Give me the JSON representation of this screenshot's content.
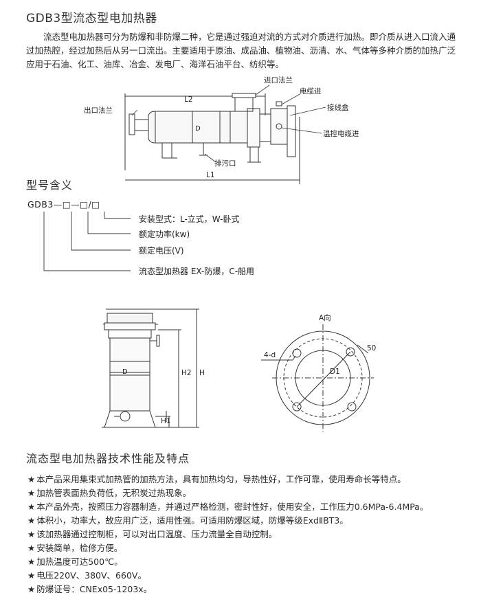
{
  "title": "GDB3型流态型电加热器",
  "intro": "流态型电加热器可分为防爆和非防爆二种，它是通过强迫对流的方式对介质进行加热。即介质从进入口流入通过加热腔，经过加热后从另一口流出。主要适用于原油、成品油、植物油、沥清、水、气体等多种介质的加热广泛应用于石油、化工、油库、冶金、发电厂、海洋石油平台、纺织等。",
  "diagram1": {
    "inlet_flange": "进口法兰",
    "cable_in": "电缆进",
    "junction_box": "接线盒",
    "outlet_flange": "出口法兰",
    "temp_cable_in": "温控电缆进",
    "drain": "排污口",
    "l2": "L2",
    "l1": "L1",
    "d": "D"
  },
  "model": {
    "heading": "型号含义",
    "code": "GDB3—□—□/□",
    "items": [
      "安装型式：L-立式，W-卧式",
      "额定功率(kw)",
      "额定电压(V)",
      "流态型加热器 EX-防爆，C-船用"
    ]
  },
  "diagram2": {
    "h": "H",
    "h2": "H2",
    "h1": "H1",
    "d": "D",
    "view": "A向",
    "holes": "4-d",
    "d1": "D1",
    "dim50": "50"
  },
  "features": {
    "heading": "流态型电加热器技术性能及特点",
    "star": "★",
    "items": [
      "本产品采用集束式加热管的加热方法，具有加热均匀，导热性好，工作可靠，使用寿命长等特点。",
      "加热管表面热负荷低，无积炭过热现象。",
      "本产品外壳，按照压力容器制造，并通过严格检测，密封性好，使用安全，工作压力0.6MPa-6.4MPa。",
      "体积小，功率大，故应用广泛，适用性强。可适用防爆区域，防爆等级ExdⅡBT3。",
      "该加热器通过控制柜，可以对出口温度、压力流量全自动控制。",
      "安装简单，检修方便。",
      "加热温度可达500℃。",
      "电压220V、380V、660V。",
      "防爆证号：CNEx05-1203x。"
    ]
  }
}
